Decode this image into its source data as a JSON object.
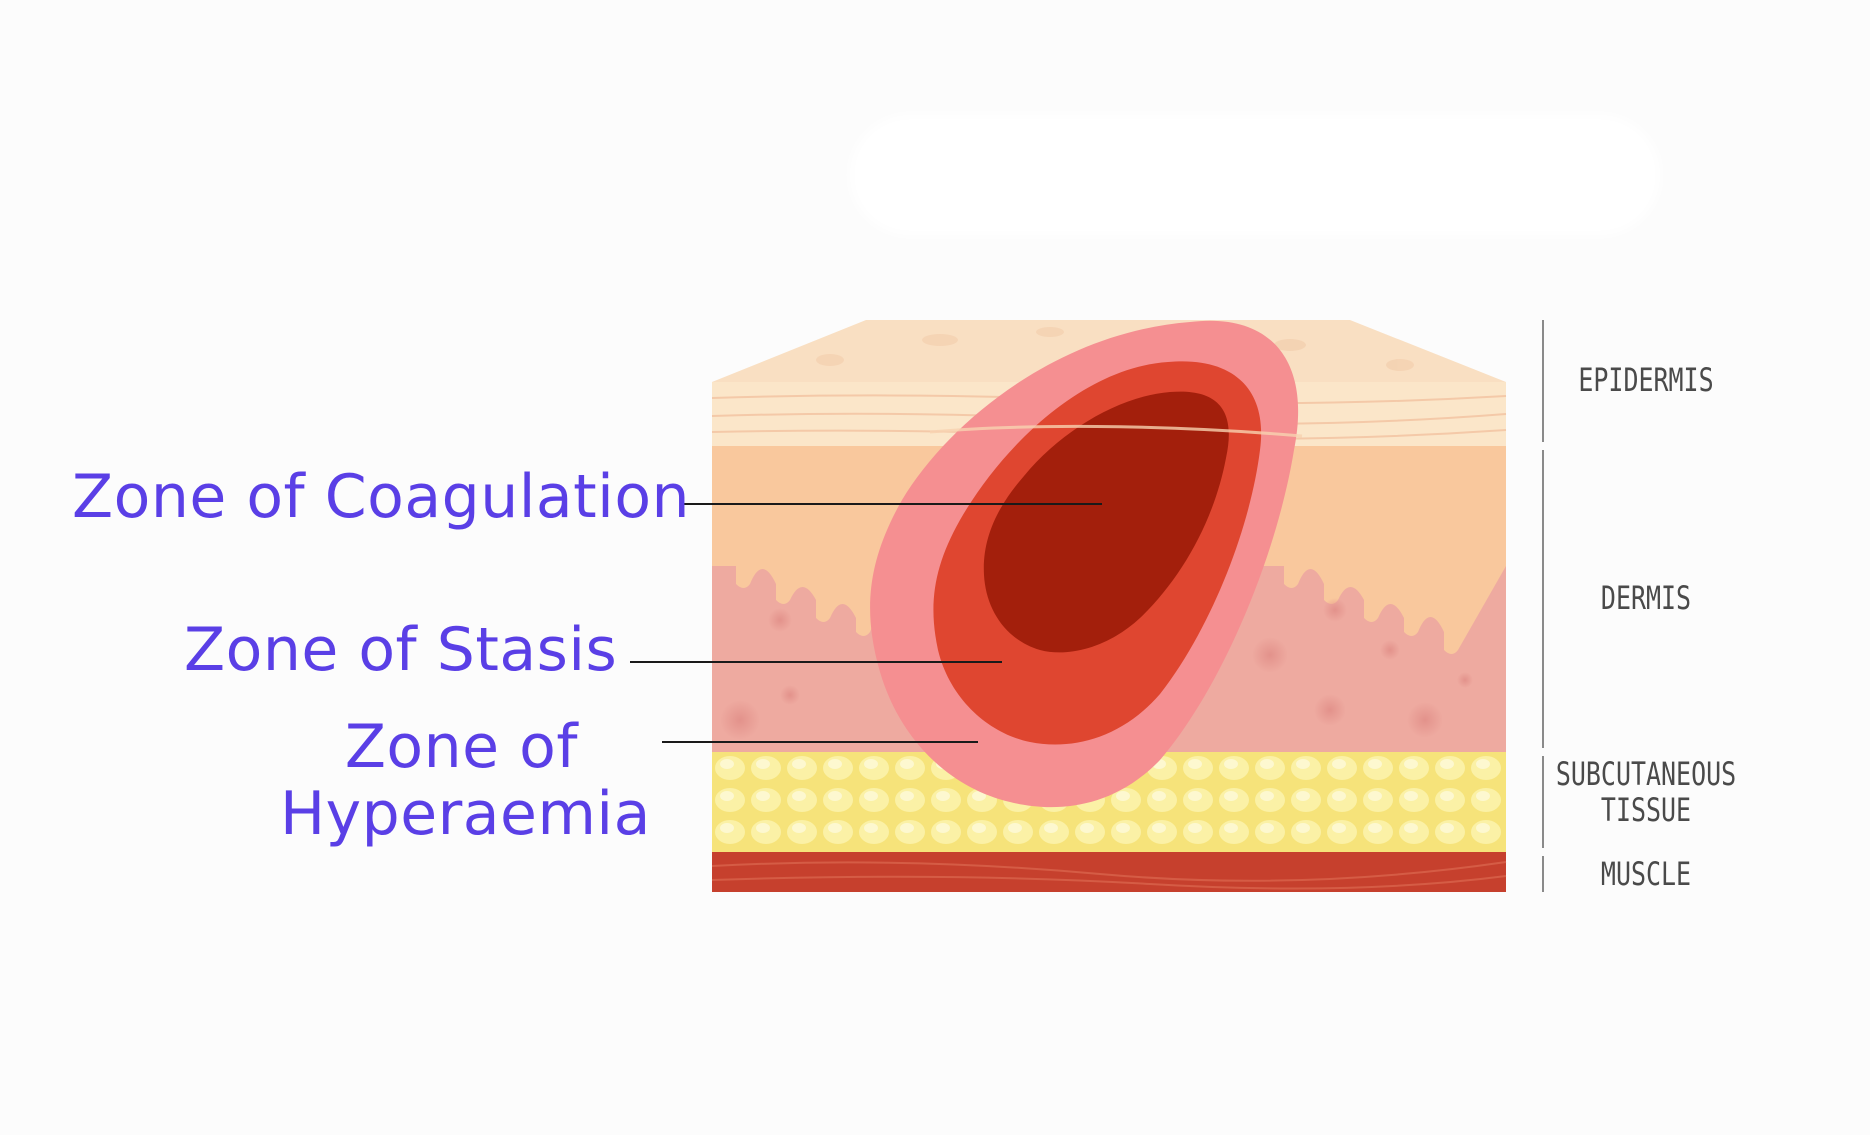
{
  "zones": {
    "coagulation": "Zone of Coagulation",
    "stasis": "Zone of Stasis",
    "hyperaemia_line1": "Zone of",
    "hyperaemia_line2": "Hyperaemia"
  },
  "layers": {
    "epidermis": "EPIDERMIS",
    "dermis": "DERMIS",
    "subcutaneous_line1": "SUBCUTANEOUS",
    "subcutaneous_line2": "TISSUE",
    "muscle": "MUSCLE"
  },
  "colors": {
    "zone_label": "#5a3fe6",
    "layer_label": "#4a4a4a",
    "coagulation": "#a31f0c",
    "stasis": "#df4630",
    "hyperaemia": "#f58f91",
    "epidermis": "#fbe6c9",
    "dermis": "#eeaaa0",
    "subcutaneous": "#f8ec88",
    "muscle": "#c6402d"
  }
}
